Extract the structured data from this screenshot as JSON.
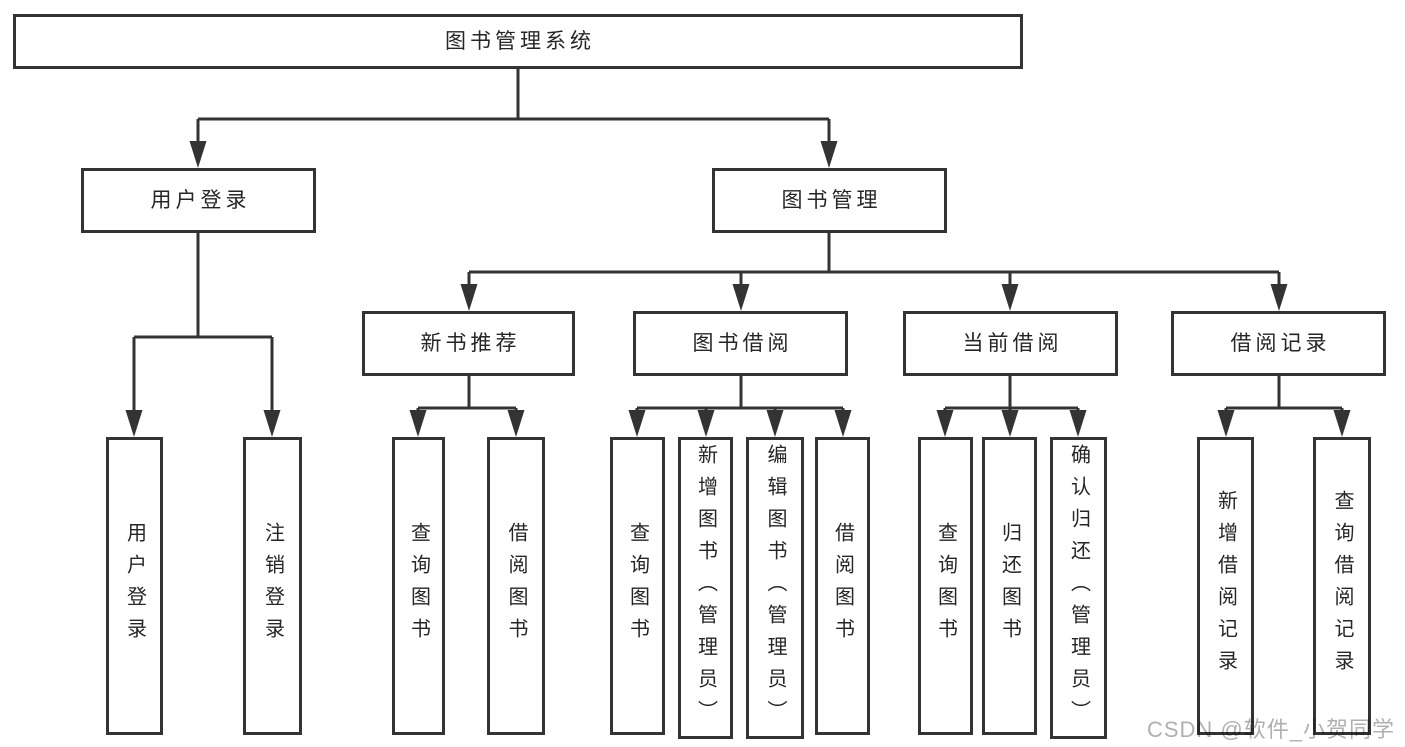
{
  "diagram": {
    "root": {
      "label": "图书管理系统"
    },
    "level1": [
      {
        "label": "用户登录",
        "children": [
          {
            "label": "用户登录"
          },
          {
            "label": "注销登录"
          }
        ]
      },
      {
        "label": "图书管理",
        "children": [
          {
            "label": "新书推荐",
            "children": [
              {
                "label": "查询图书"
              },
              {
                "label": "借阅图书"
              }
            ]
          },
          {
            "label": "图书借阅",
            "children": [
              {
                "label": "查询图书"
              },
              {
                "label": "新增图书（管理员）"
              },
              {
                "label": "编辑图书（管理员）"
              },
              {
                "label": "借阅图书"
              }
            ]
          },
          {
            "label": "当前借阅",
            "children": [
              {
                "label": "查询图书"
              },
              {
                "label": "归还图书"
              },
              {
                "label": "确认归还（管理员）"
              }
            ]
          },
          {
            "label": "借阅记录",
            "children": [
              {
                "label": "新增借阅记录"
              },
              {
                "label": "查询借阅记录"
              }
            ]
          }
        ]
      }
    ]
  },
  "watermark": {
    "text": "CSDN @软件_小贺同学"
  },
  "colors": {
    "line": "#333333",
    "text": "#262626",
    "box_background": "#ffffff",
    "watermark": "#b0b0b0",
    "background": "#ffffff"
  }
}
